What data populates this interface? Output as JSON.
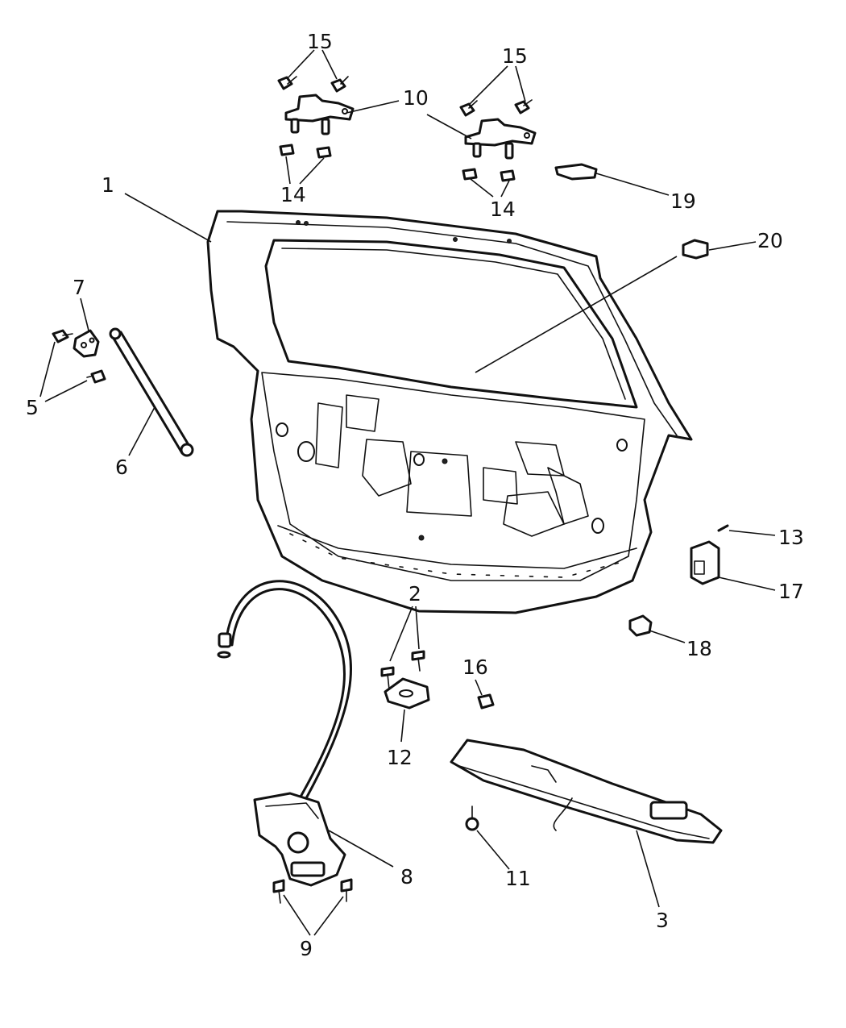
{
  "diagram": {
    "callouts": [
      {
        "id": "c1",
        "text": "1"
      },
      {
        "id": "c2",
        "text": "2"
      },
      {
        "id": "c3",
        "text": "3"
      },
      {
        "id": "c5",
        "text": "5"
      },
      {
        "id": "c6",
        "text": "6"
      },
      {
        "id": "c7",
        "text": "7"
      },
      {
        "id": "c8",
        "text": "8"
      },
      {
        "id": "c9",
        "text": "9"
      },
      {
        "id": "c10a",
        "text": "10"
      },
      {
        "id": "c11",
        "text": "11"
      },
      {
        "id": "c12",
        "text": "12"
      },
      {
        "id": "c13",
        "text": "13"
      },
      {
        "id": "c14a",
        "text": "14"
      },
      {
        "id": "c14b",
        "text": "14"
      },
      {
        "id": "c15a",
        "text": "15"
      },
      {
        "id": "c15b",
        "text": "15"
      },
      {
        "id": "c16",
        "text": "16"
      },
      {
        "id": "c17",
        "text": "17"
      },
      {
        "id": "c18",
        "text": "18"
      },
      {
        "id": "c19",
        "text": "19"
      },
      {
        "id": "c20",
        "text": "20"
      }
    ]
  }
}
